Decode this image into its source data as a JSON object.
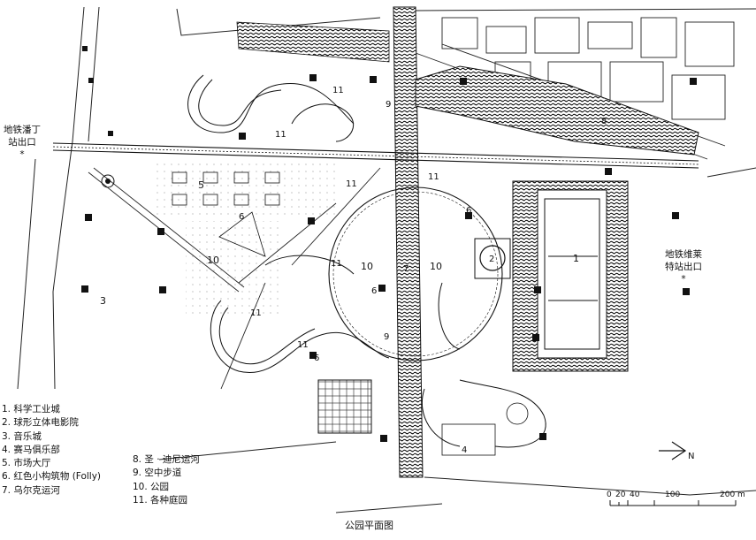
{
  "caption": "公园平面图",
  "exits": {
    "west": {
      "line1": "地铁潘丁",
      "line2": "站出口",
      "mark": "*"
    },
    "east": {
      "line1": "地铁维莱",
      "line2": "特站出口",
      "mark": "*"
    }
  },
  "legend": [
    "1. 科学工业城",
    "2. 球形立体电影院",
    "3. 音乐城",
    "4. 赛马俱乐部",
    "5. 市场大厅",
    "6. 红色小构筑物 (Folly)",
    "7. 乌尔克运河",
    "8. 圣 · 迪尼运河",
    "9. 空中步道",
    "10. 公园",
    "11. 各种庭园"
  ],
  "map_labels": {
    "n1": "1",
    "n2": "2",
    "n3": "3",
    "n4": "4",
    "n5": "5",
    "n6": "6",
    "n7": "7",
    "n8": "8",
    "n9": "9",
    "n10": "10",
    "n11": "11"
  },
  "north": {
    "label": "N"
  },
  "scale": {
    "ticks": [
      "0",
      "20",
      "40",
      "100",
      "200 m"
    ]
  }
}
